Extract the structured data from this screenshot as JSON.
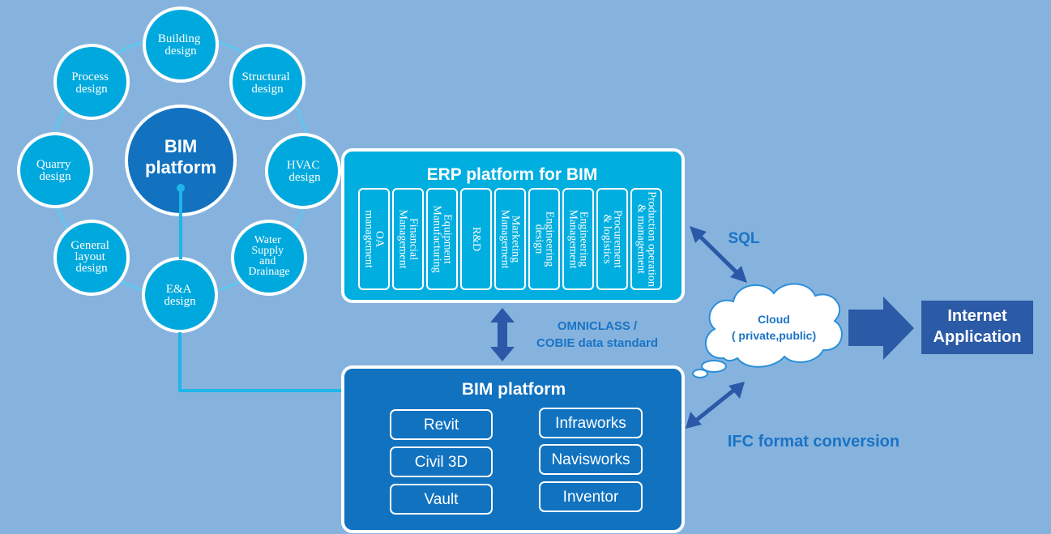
{
  "colors": {
    "background": "#86b3de",
    "satellite_fill": "#00a9dd",
    "center_fill": "#1272c0",
    "erp_fill": "#00aee0",
    "bim_box_fill": "#1172c0",
    "arrow": "#2b59a8",
    "label_blue": "#1a73c4",
    "connector": "#1eb6e8",
    "internet_box": "#2b5aa6"
  },
  "hub": {
    "center_line1": "BIM",
    "center_line2": "platform",
    "nodes": [
      {
        "lines": [
          "Building",
          "design"
        ]
      },
      {
        "lines": [
          "Structural",
          "design"
        ]
      },
      {
        "lines": [
          "HVAC",
          "design"
        ]
      },
      {
        "lines": [
          "Water",
          "Supply",
          "and",
          "Drainage"
        ]
      },
      {
        "lines": [
          "E&A",
          "design"
        ]
      },
      {
        "lines": [
          "General",
          "layout",
          "design"
        ]
      },
      {
        "lines": [
          "Quarry",
          "design"
        ]
      },
      {
        "lines": [
          "Process",
          "design"
        ]
      }
    ]
  },
  "erp": {
    "title": "ERP platform for BIM",
    "modules": [
      {
        "lines": [
          "OA",
          "management"
        ]
      },
      {
        "lines": [
          "Financial",
          "Management"
        ]
      },
      {
        "lines": [
          "Equipment",
          "Manufacturing"
        ]
      },
      {
        "lines": [
          "R&D"
        ]
      },
      {
        "lines": [
          "Marketing",
          "Management"
        ]
      },
      {
        "lines": [
          "Engineering",
          "design"
        ]
      },
      {
        "lines": [
          "Engineering",
          "Management"
        ]
      },
      {
        "lines": [
          "Procurement",
          "& logistics"
        ]
      },
      {
        "lines": [
          "Production operation",
          "& management"
        ]
      }
    ]
  },
  "standard": {
    "line1": "OMNICLASS /",
    "line2": "COBIE data standard"
  },
  "bim_box": {
    "title": "BIM platform",
    "left_tools": [
      "Revit",
      "Civil 3D",
      "Vault"
    ],
    "right_tools": [
      "Infraworks",
      "Navisworks",
      "Inventor"
    ]
  },
  "sql_label": "SQL",
  "ifc_label": "IFC format conversion",
  "cloud": {
    "line1": "Cloud",
    "line2": "( private,public)"
  },
  "internet": {
    "line1": "Internet",
    "line2": "Application"
  }
}
